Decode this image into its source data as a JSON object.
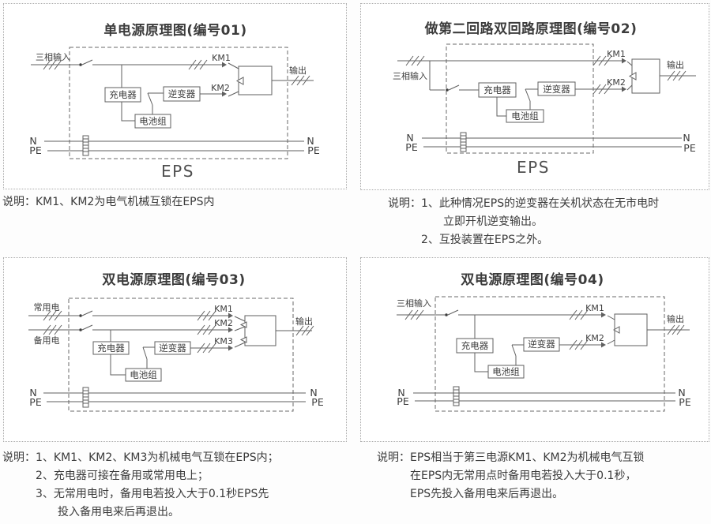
{
  "colors": {
    "line": "#5f5f5f",
    "text": "#3c3c3c",
    "panel_border": "#a9a9a9",
    "background": "#ffffff"
  },
  "panels": [
    {
      "id": "01",
      "title": "单电源原理图(编号01)",
      "eps": "EPS",
      "labels": {
        "input": "三相输入",
        "output": "输出",
        "km1": "KM1",
        "km2": "KM2",
        "charger": "充电器",
        "inverter": "逆变器",
        "battery": "电池组",
        "n": "N",
        "pe": "PE"
      },
      "note": {
        "prefix": "说明：",
        "lines": [
          "KM1、KM2为电气机械互锁在EPS内"
        ]
      }
    },
    {
      "id": "02",
      "title": "做第二回路双回路原理图(编号02)",
      "eps": "EPS",
      "labels": {
        "input": "三相输入",
        "output": "输出",
        "km1": "KM1",
        "km2": "KM2",
        "charger": "充电器",
        "inverter": "逆变器",
        "battery": "电池组",
        "n": "N",
        "pe": "PE"
      },
      "note": {
        "prefix": "说明：",
        "lines": [
          "1、此种情况EPS的逆变器在关机状态在无市电时",
          "立即开机逆变输出。",
          "2、互投装置在EPS之外。"
        ]
      }
    },
    {
      "id": "03",
      "title": "双电源原理图(编号03)",
      "labels": {
        "input_normal": "常用电",
        "input_backup": "备用电",
        "output": "输出",
        "km1": "KM1",
        "km2": "KM2",
        "km3": "KM3",
        "charger": "充电器",
        "inverter": "逆变器",
        "battery": "电池组",
        "n": "N",
        "pe": "PE"
      },
      "note": {
        "prefix": "说明：",
        "lines": [
          "1、KM1、KM2、KM3为机械电气互锁在EPS内；",
          "2、充电器可接在备用或常用电上；",
          "3、无常用电时，备用电若投入大于0.1秒EPS先",
          "投入备用电来后再退出。"
        ]
      }
    },
    {
      "id": "04",
      "title": "双电源原理图(编号04)",
      "labels": {
        "input": "三相输入",
        "output": "输出",
        "km1": "KM1",
        "km2": "KM2",
        "charger": "充电器",
        "inverter": "逆变器",
        "battery": "电池组",
        "n": "N",
        "pe": "PE"
      },
      "note": {
        "prefix": "说明：",
        "lines": [
          "EPS相当于第三电源KM1、KM2为机械电气互锁",
          "在EPS内无常用点时备用电若投入大于0.1秒，",
          "EPS先投入备用电来后再退出。"
        ]
      }
    }
  ]
}
